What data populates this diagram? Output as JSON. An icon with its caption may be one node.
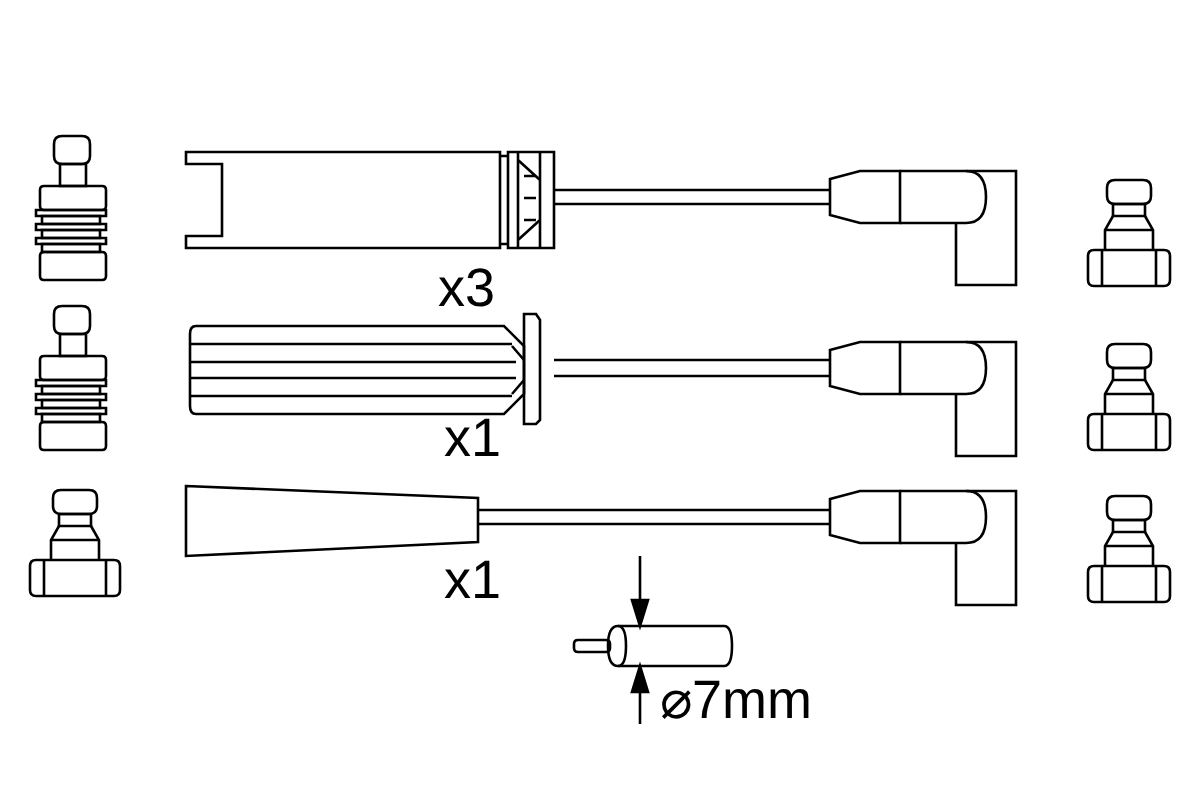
{
  "diagram": {
    "labels": [
      "x3",
      "x1",
      "x1",
      "⌀7mm"
    ]
  }
}
